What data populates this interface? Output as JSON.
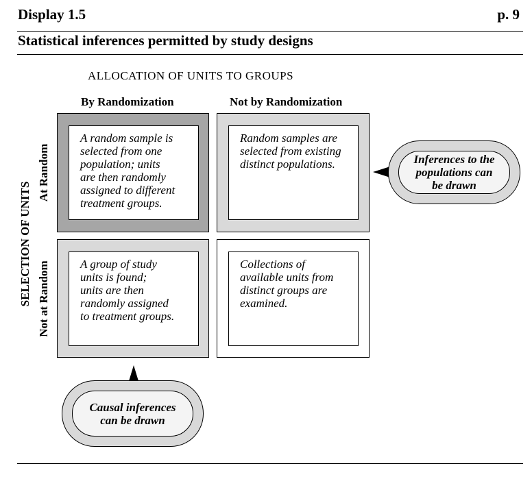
{
  "header": {
    "display_label": "Display 1.5",
    "page_label": "p. 9"
  },
  "title": "Statistical inferences permitted by study designs",
  "allocation_heading": "ALLOCATION OF UNITS TO GROUPS",
  "columns": {
    "by_randomization": "By Randomization",
    "not_by_randomization": "Not by Randomization"
  },
  "selection_heading": "SELECTION OF UNITS",
  "rows": {
    "at_random": "At Random",
    "not_at_random": "Not at Random"
  },
  "cells": {
    "random_random": [
      "A random sample is",
      "selected from one",
      "population; units",
      "are then randomly",
      "assigned to different",
      "treatment groups."
    ],
    "random_not_random": [
      "Random samples are",
      "selected from existing",
      "distinct populations."
    ],
    "not_random_random": [
      "A group of study",
      "units is found;",
      "units are then",
      "randomly assigned",
      "to treatment groups."
    ],
    "not_random_not_random": [
      "Collections of",
      "available units from",
      "distinct groups are",
      "examined."
    ]
  },
  "callouts": {
    "populations": [
      "Inferences to the",
      "populations can",
      "be drawn"
    ],
    "causal": [
      "Causal inferences",
      "can be drawn"
    ]
  },
  "colors": {
    "dark_gray": "#a6a6a6",
    "light_gray": "#d9d9d9",
    "white": "#ffffff",
    "pill_fill": "#f4f4f4"
  }
}
